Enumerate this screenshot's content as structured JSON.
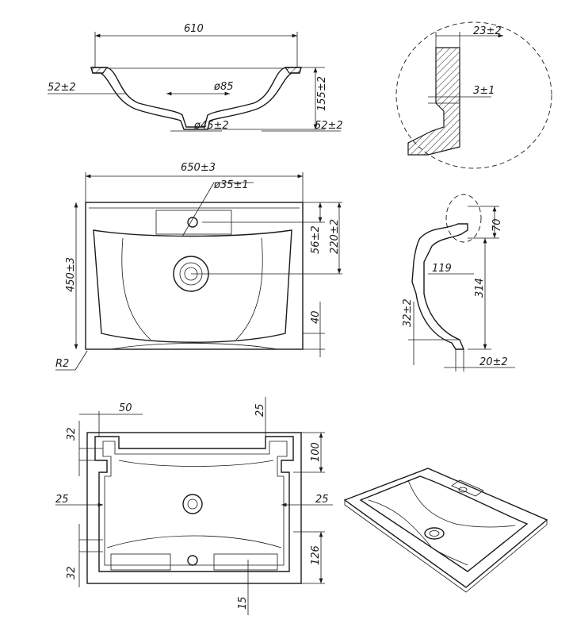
{
  "section_view": {
    "width": "610",
    "rim_overhang_left": "52±2",
    "bowl_diameter": "ø85",
    "height": "155±2",
    "drain_diameter": "ø45±2",
    "rim_overhang_right": "52±2"
  },
  "detail_view": {
    "wall_width": "23±2",
    "gap": "3±1"
  },
  "plan_view": {
    "width": "650±3",
    "faucet_hole": "ø35±1",
    "depth": "450±3",
    "faucet_offset": "56±2",
    "drain_offset": "220±2",
    "front_edge": "40",
    "corner_radius": "R2"
  },
  "side_view": {
    "rim_height": "70",
    "drain_depth": "119",
    "bowl_length": "314",
    "front_drop": "32±2",
    "rim_thickness": "20±2"
  },
  "bottom_view": {
    "left_offset": "50",
    "top_offset": "25",
    "left_top_margin": "32",
    "right_top": "100",
    "left_side": "25",
    "right_side": "25",
    "right_bottom": "126",
    "left_bottom_margin": "32",
    "bottom_offset": "15"
  }
}
